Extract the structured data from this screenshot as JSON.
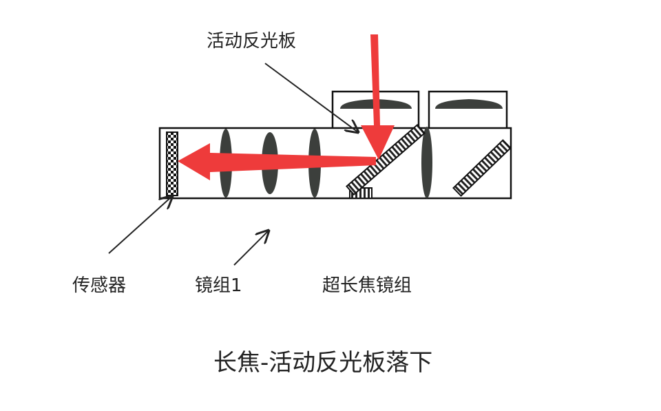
{
  "labels": {
    "mirror": "活动反光板",
    "sensor": "传感器",
    "lens_group_1": "镜组1",
    "super_tele_group": "超长焦镜组"
  },
  "title": "长焦-活动反光板落下",
  "colors": {
    "arrow": "#ee3b3b",
    "lens": "#3c3f3c",
    "line": "#111111"
  }
}
